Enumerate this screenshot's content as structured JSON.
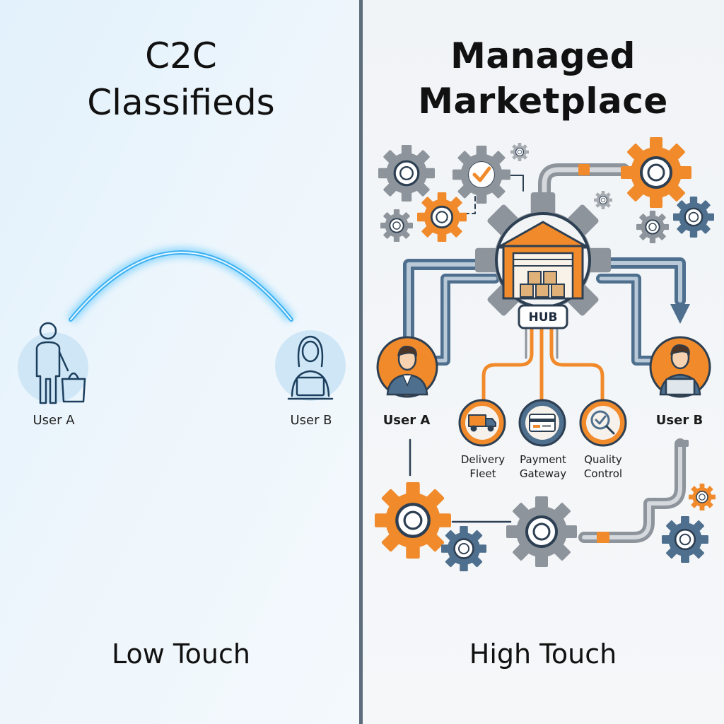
{
  "left_panel": {
    "title_line1": "C2C",
    "title_line2": "Classifieds",
    "user_a": "User A",
    "user_b": "User B",
    "footer": "Low Touch"
  },
  "right_panel": {
    "title_line1": "Managed",
    "title_line2": "Marketplace",
    "hub_label": "HUB",
    "user_a": "User A",
    "user_b": "User B",
    "services": [
      {
        "line1": "Delivery",
        "line2": "Fleet",
        "icon": "truck-icon"
      },
      {
        "line1": "Payment",
        "line2": "Gateway",
        "icon": "credit-card-icon"
      },
      {
        "line1": "Quality",
        "line2": "Control",
        "icon": "magnifier-check-icon"
      }
    ],
    "footer": "High Touch"
  },
  "colors": {
    "orange": "#f08a2b",
    "slate": "#4e6f8e",
    "gray": "#8d949b",
    "glow_blue": "#38b6f5"
  }
}
